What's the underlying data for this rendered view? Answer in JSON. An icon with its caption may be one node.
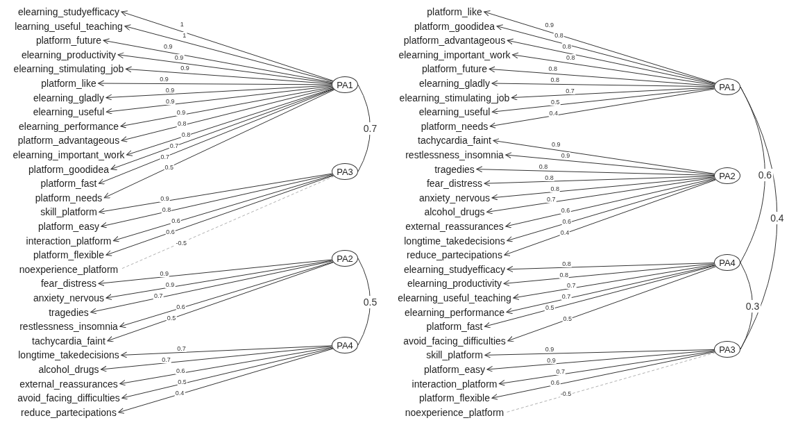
{
  "diagram": {
    "nodes": [
      {
        "text": [
          "elearning_studyefficacy"
        ]
      },
      {
        "text": [
          "learning_useful_teaching"
        ]
      },
      {
        "text": [
          "platform_future"
        ]
      },
      {
        "text": [
          "elearning_productivity"
        ]
      },
      {
        "text": [
          "elearning_stimulating_job"
        ]
      },
      {
        "text": [
          "platform_like"
        ]
      },
      {
        "text": [
          "elearning_gladly"
        ]
      },
      {
        "text": [
          "elearning_useful"
        ]
      },
      {
        "text": [
          "elearning_performance"
        ]
      },
      {
        "text": [
          "platform_advantageous"
        ]
      },
      {
        "text": [
          "elearning_important_work"
        ]
      },
      {
        "text": [
          "platform_goodidea"
        ]
      },
      {
        "text": [
          "platform_fast"
        ]
      },
      {
        "text": [
          "platform_needs"
        ]
      },
      {
        "text": [
          "skill_platform"
        ]
      },
      {
        "text": [
          "platform_easy"
        ]
      },
      {
        "text": [
          "interaction_platform"
        ]
      },
      {
        "text": [
          "platform_flexible"
        ]
      },
      {
        "text": [
          "noexperience_platform"
        ]
      },
      {
        "text": [
          "fear_distress"
        ]
      },
      {
        "text": [
          "anxiety_nervous"
        ]
      },
      {
        "text": [
          "tragedies"
        ]
      },
      {
        "text": [
          "restlessness_insomnia"
        ]
      },
      {
        "text": [
          "tachycardia_faint"
        ]
      },
      {
        "text": [
          "longtime_takedecisions"
        ]
      },
      {
        "text": [
          "alcohol_drugs"
        ]
      },
      {
        "text": [
          "external_reassurances"
        ]
      },
      {
        "text": [
          "avoid_facing_difficulties"
        ]
      },
      {
        "text": [
          "reduce_partecipations"
        ]
      },
      {
        "text": [
          "PA1"
        ]
      },
      {
        "text": [
          "PA3"
        ]
      },
      {
        "text": [
          "PA2"
        ]
      },
      {
        "text": [
          "PA4"
        ]
      },
      {
        "text": [
          "platform_like"
        ]
      },
      {
        "text": [
          "platform_goodidea"
        ]
      },
      {
        "text": [
          "platform_advantageous"
        ]
      },
      {
        "text": [
          "elearning_important_work"
        ]
      },
      {
        "text": [
          "platform_future"
        ]
      },
      {
        "text": [
          "elearning_gladly"
        ]
      },
      {
        "text": [
          "elearning_stimulating_job"
        ]
      },
      {
        "text": [
          "elearning_useful"
        ]
      },
      {
        "text": [
          "platform_needs"
        ]
      },
      {
        "text": [
          "tachycardia_faint"
        ]
      },
      {
        "text": [
          "restlessness_insomnia"
        ]
      },
      {
        "text": [
          "tragedies"
        ]
      },
      {
        "text": [
          "fear_distress"
        ]
      },
      {
        "text": [
          "anxiety_nervous"
        ]
      },
      {
        "text": [
          "alcohol_drugs"
        ]
      },
      {
        "text": [
          "external_reassurances"
        ]
      },
      {
        "text": [
          "longtime_takedecisions"
        ]
      },
      {
        "text": [
          "reduce_partecipations"
        ]
      },
      {
        "text": [
          "elearning_studyefficacy"
        ]
      },
      {
        "text": [
          "elearning_productivity"
        ]
      },
      {
        "text": [
          "elearning_useful_teaching"
        ]
      },
      {
        "text": [
          "elearning_performance"
        ]
      },
      {
        "text": [
          "platform_fast"
        ]
      },
      {
        "text": [
          "avoid_facing_difficulties"
        ]
      },
      {
        "text": [
          "skill_platform"
        ]
      },
      {
        "text": [
          "platform_easy"
        ]
      },
      {
        "text": [
          "interaction_platform"
        ]
      },
      {
        "text": [
          "platform_flexible"
        ]
      },
      {
        "text": [
          "noexperience_platform"
        ]
      },
      {
        "text": [
          "PA1"
        ]
      },
      {
        "text": [
          "PA2"
        ]
      },
      {
        "text": [
          "PA4"
        ]
      },
      {
        "text": [
          "PA3"
        ]
      }
    ],
    "edges": [
      {
        "from": 29,
        "to": 0,
        "arrow": "to",
        "label": "1"
      },
      {
        "from": 29,
        "to": 1,
        "arrow": "to",
        "label": "1"
      },
      {
        "from": 29,
        "to": 2,
        "arrow": "to",
        "label": "0.9"
      },
      {
        "from": 29,
        "to": 3,
        "arrow": "to",
        "label": "0.9"
      },
      {
        "from": 29,
        "to": 4,
        "arrow": "to",
        "label": "0.9"
      },
      {
        "from": 29,
        "to": 5,
        "arrow": "to",
        "label": "0.9"
      },
      {
        "from": 29,
        "to": 6,
        "arrow": "to",
        "label": "0.9"
      },
      {
        "from": 29,
        "to": 7,
        "arrow": "to",
        "label": "0.9"
      },
      {
        "from": 29,
        "to": 8,
        "arrow": "to",
        "label": "0.9"
      },
      {
        "from": 29,
        "to": 9,
        "arrow": "to",
        "label": "0.8"
      },
      {
        "from": 29,
        "to": 10,
        "arrow": "to",
        "label": "0.8"
      },
      {
        "from": 29,
        "to": 11,
        "arrow": "to",
        "label": "0.7"
      },
      {
        "from": 29,
        "to": 12,
        "arrow": "to",
        "label": "0.7"
      },
      {
        "from": 29,
        "to": 13,
        "arrow": "to",
        "label": "0.5"
      },
      {
        "from": 30,
        "to": 14,
        "arrow": "to",
        "label": "0.9"
      },
      {
        "from": 30,
        "to": 15,
        "arrow": "to",
        "label": "0.8"
      },
      {
        "from": 30,
        "to": 16,
        "arrow": "to",
        "label": "0.6"
      },
      {
        "from": 30,
        "to": 17,
        "arrow": "to",
        "label": "0.6"
      },
      {
        "from": 30,
        "to": 18,
        "arrow": "none",
        "label": "-0.5",
        "style": "dashed",
        "color": "#b0b0b0"
      },
      {
        "from": 31,
        "to": 19,
        "arrow": "to",
        "label": "0.9"
      },
      {
        "from": 31,
        "to": 20,
        "arrow": "to",
        "label": "0.9"
      },
      {
        "from": 31,
        "to": 21,
        "arrow": "to",
        "label": "0.7"
      },
      {
        "from": 31,
        "to": 22,
        "arrow": "to",
        "label": "0.6"
      },
      {
        "from": 31,
        "to": 23,
        "arrow": "to",
        "label": "0.5"
      },
      {
        "from": 32,
        "to": 24,
        "arrow": "to",
        "label": "0.7"
      },
      {
        "from": 32,
        "to": 25,
        "arrow": "to",
        "label": "0.7"
      },
      {
        "from": 32,
        "to": 26,
        "arrow": "to",
        "label": "0.6"
      },
      {
        "from": 32,
        "to": 27,
        "arrow": "to",
        "label": "0.5"
      },
      {
        "from": 32,
        "to": 28,
        "arrow": "to",
        "label": "0.4"
      },
      {
        "from": 29,
        "to": 30,
        "arrow": "none",
        "label": "0.7"
      },
      {
        "from": 31,
        "to": 32,
        "arrow": "none",
        "label": "0.5"
      },
      {
        "from": 62,
        "to": 33,
        "arrow": "to",
        "label": "0.9"
      },
      {
        "from": 62,
        "to": 34,
        "arrow": "to",
        "label": "0.8"
      },
      {
        "from": 62,
        "to": 35,
        "arrow": "to",
        "label": "0.8"
      },
      {
        "from": 62,
        "to": 36,
        "arrow": "to",
        "label": "0.8"
      },
      {
        "from": 62,
        "to": 37,
        "arrow": "to",
        "label": "0.8"
      },
      {
        "from": 62,
        "to": 38,
        "arrow": "to",
        "label": "0.8"
      },
      {
        "from": 62,
        "to": 39,
        "arrow": "to",
        "label": "0.7"
      },
      {
        "from": 62,
        "to": 40,
        "arrow": "to",
        "label": "0.5"
      },
      {
        "from": 62,
        "to": 41,
        "arrow": "to",
        "label": "0.4"
      },
      {
        "from": 63,
        "to": 42,
        "arrow": "to",
        "label": "0.9"
      },
      {
        "from": 63,
        "to": 43,
        "arrow": "to",
        "label": "0.9"
      },
      {
        "from": 63,
        "to": 44,
        "arrow": "to",
        "label": "0.8"
      },
      {
        "from": 63,
        "to": 45,
        "arrow": "to",
        "label": "0.8"
      },
      {
        "from": 63,
        "to": 46,
        "arrow": "to",
        "label": "0.8"
      },
      {
        "from": 63,
        "to": 47,
        "arrow": "to",
        "label": "0.7"
      },
      {
        "from": 63,
        "to": 48,
        "arrow": "to",
        "label": "0.6"
      },
      {
        "from": 63,
        "to": 49,
        "arrow": "to",
        "label": "0.6"
      },
      {
        "from": 63,
        "to": 50,
        "arrow": "to",
        "label": "0.4"
      },
      {
        "from": 64,
        "to": 51,
        "arrow": "to",
        "label": "0.8"
      },
      {
        "from": 64,
        "to": 52,
        "arrow": "to",
        "label": "0.8"
      },
      {
        "from": 64,
        "to": 53,
        "arrow": "to",
        "label": "0.7"
      },
      {
        "from": 64,
        "to": 54,
        "arrow": "to",
        "label": "0.7"
      },
      {
        "from": 64,
        "to": 55,
        "arrow": "to",
        "label": "0.5"
      },
      {
        "from": 64,
        "to": 56,
        "arrow": "to",
        "label": "0.5"
      },
      {
        "from": 65,
        "to": 57,
        "arrow": "to",
        "label": "0.9"
      },
      {
        "from": 65,
        "to": 58,
        "arrow": "to",
        "label": "0.9"
      },
      {
        "from": 65,
        "to": 59,
        "arrow": "to",
        "label": "0.7"
      },
      {
        "from": 65,
        "to": 60,
        "arrow": "to",
        "label": "0.6"
      },
      {
        "from": 65,
        "to": 61,
        "arrow": "none",
        "label": "-0.5",
        "style": "dashed",
        "color": "#b0b0b0"
      },
      {
        "from": 62,
        "to": 64,
        "arrow": "none",
        "label": "0.6"
      },
      {
        "from": 62,
        "to": 65,
        "arrow": "none",
        "label": "0.4"
      },
      {
        "from": 64,
        "to": 65,
        "arrow": "none",
        "label": "0.3"
      }
    ]
  }
}
